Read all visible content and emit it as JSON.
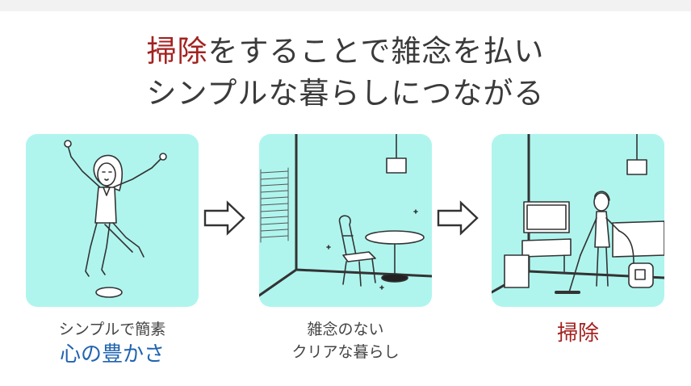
{
  "title": {
    "line1_accent": "掃除",
    "line1_rest": "をすることで雑念を払い",
    "line2": "シンプルな暮らしにつながる"
  },
  "steps": [
    {
      "caption_line1": "シンプルで簡素",
      "caption_line2": "心の豊かさ"
    },
    {
      "caption_line1": "雑念のない",
      "caption_line2": "クリアな暮らし"
    },
    {
      "caption_line1": "掃除"
    }
  ],
  "colors": {
    "panel_background": "#aff5ee",
    "title_accent": "#a32220",
    "caption_blue": "#1f63b0",
    "caption_red": "#a32220"
  },
  "icons": [
    "arrow-right-icon",
    "arrow-right-icon"
  ]
}
